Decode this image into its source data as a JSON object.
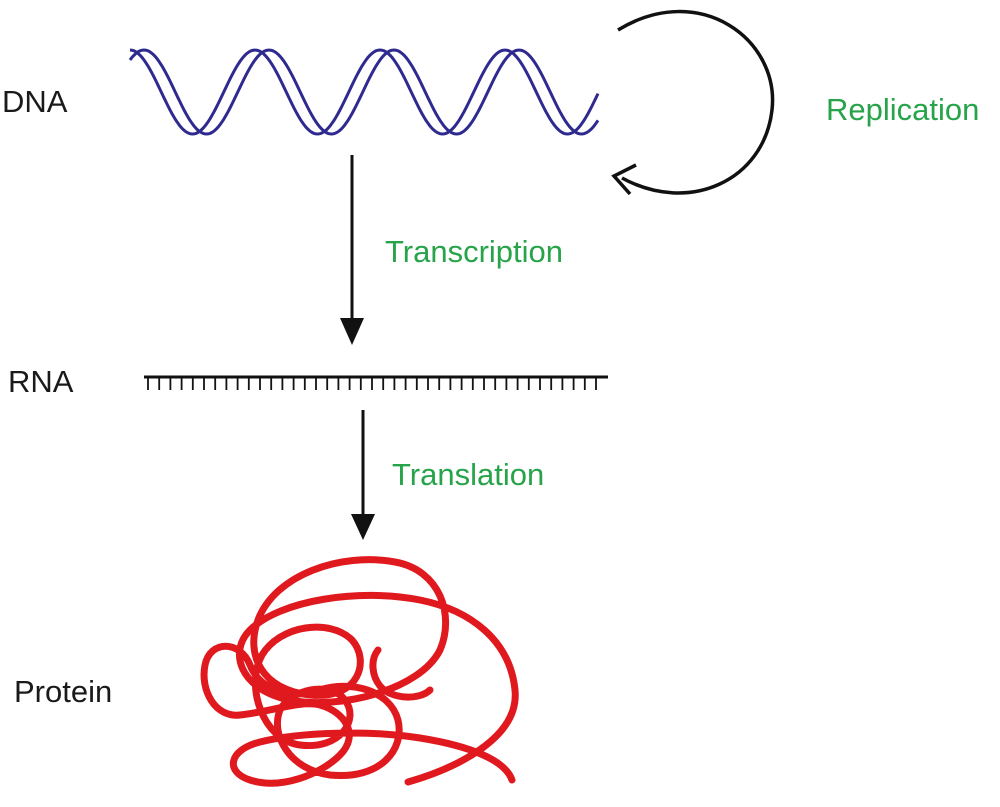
{
  "labels": {
    "dna": "DNA",
    "rna": "RNA",
    "protein": "Protein",
    "replication": "Replication",
    "transcription": "Transcription",
    "translation": "Translation"
  },
  "colors": {
    "dna_strand": "#2e2a8f",
    "arrow": "#111111",
    "rna": "#111111",
    "protein": "#e0191f",
    "process_label": "#27a34a",
    "molecule_label": "#1a1a1a"
  }
}
